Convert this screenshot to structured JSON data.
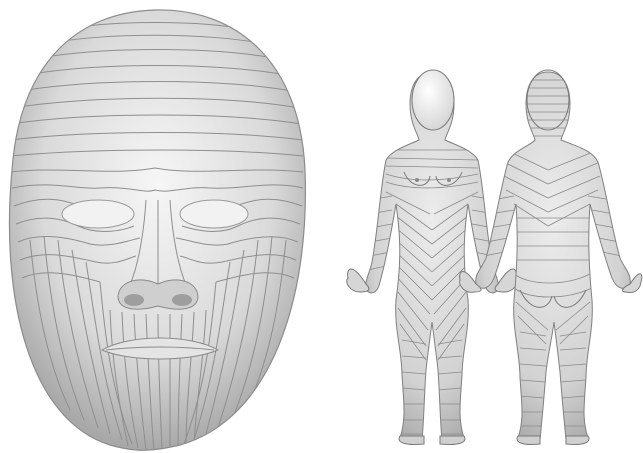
{
  "figure": {
    "panels": [
      "face-mesh",
      "body-front",
      "body-back"
    ],
    "colors": {
      "background": "#ffffff",
      "surface_light": "#f4f4f4",
      "surface_mid": "#d8d8d8",
      "surface_dark": "#9a9a9a",
      "contour_line": "#8a8a8a",
      "head_white": "#ffffff",
      "outline": "#7a7a7a"
    }
  }
}
